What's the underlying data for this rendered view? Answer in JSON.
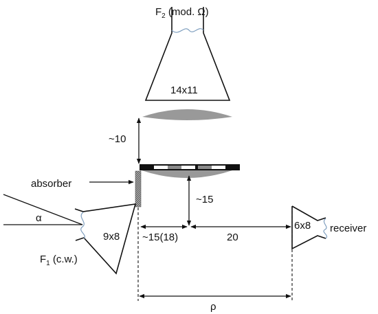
{
  "labels": {
    "f2_main": "F",
    "f2_sub": "2",
    "f2_suffix": " (mod. Ω)",
    "f1_main": "F",
    "f1_sub": "1",
    "f1_suffix": " (c.w.)",
    "horn_f2_size": "14x11",
    "horn_f1_size": "9x8",
    "horn_receiver_size": "6x8",
    "absorber": "absorber",
    "receiver": "receiver",
    "alpha": "α",
    "rho": "ρ",
    "dim_lens_to_grating": "~10",
    "dim_grating_to_axis": "~15",
    "dim_absorber_to_mark": "~15(18)",
    "dim_mark_to_receiver": "20"
  },
  "colors": {
    "lens": "#999999",
    "absorber": "#777777",
    "wave": "#7f9fbf",
    "grating_dark": "#111111",
    "grating_gray": "#8a8a8a",
    "grating_light": "#ffffff"
  }
}
